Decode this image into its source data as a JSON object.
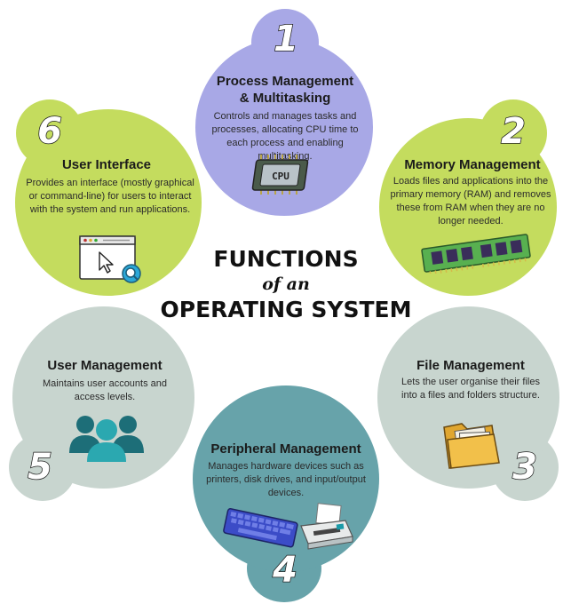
{
  "heading": {
    "line1": "FUNCTIONS",
    "line2": "of an",
    "line3": "OPERATING SYSTEM"
  },
  "functions": [
    {
      "number": "1",
      "title_line1": "Process Management",
      "title_line2": "& Multitasking",
      "description": "Controls and manages tasks and processes, allocating  CPU time to each process and enabling multitasking.",
      "icon": "cpu-icon",
      "icon_text": "CPU",
      "color": "#a8a8e6"
    },
    {
      "number": "2",
      "title": "Memory Management",
      "description": "Loads files and applications into the primary memory (RAM) and removes these from RAM when they are no longer needed.",
      "icon": "ram-icon",
      "color": "#c4dc5e"
    },
    {
      "number": "3",
      "title": "File Management",
      "description": "Lets the user organise their files into a files and folders structure.",
      "icon": "folder-icon",
      "color": "#c8d5cf"
    },
    {
      "number": "4",
      "title": "Peripheral Management",
      "description": "Manages hardware devices such as printers, disk drives, and input/output devices.",
      "icon": "keyboard-printer-icon",
      "color": "#67a3aa"
    },
    {
      "number": "5",
      "title": "User Management",
      "description": "Maintains user accounts and access levels.",
      "icon": "users-icon",
      "color": "#c8d5cf"
    },
    {
      "number": "6",
      "title": "User Interface",
      "description": "Provides an interface (mostly graphical or command-line) for users to interact with the system and run applications.",
      "icon": "window-cursor-icon",
      "color": "#c4dc5e"
    }
  ]
}
